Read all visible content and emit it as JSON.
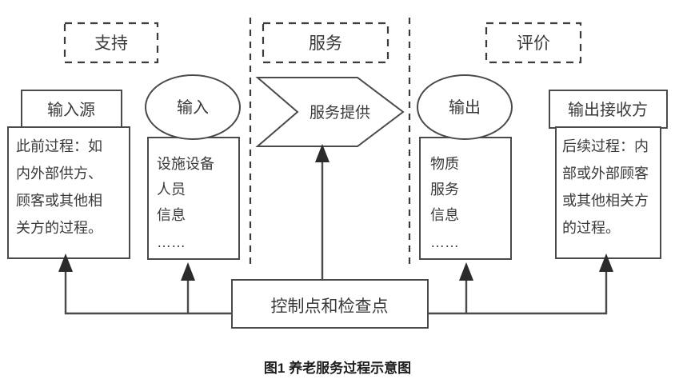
{
  "figure": {
    "caption": "图1  养老服务过程示意图",
    "colors": {
      "stroke": "#4a4a4a",
      "text": "#3a3a3a",
      "arrow": "#2b2b2b",
      "background": "#ffffff"
    }
  },
  "bands": [
    {
      "id": "support",
      "label": "支持"
    },
    {
      "id": "service",
      "label": "服务"
    },
    {
      "id": "evaluation",
      "label": "评价"
    }
  ],
  "nodes": {
    "input_source": {
      "header": "输入源",
      "lines": [
        "此前过程：如",
        "内外部供方、",
        "顾客或其他相",
        "关方的过程。"
      ]
    },
    "input": {
      "header": "输入",
      "lines": [
        "设施设备",
        "人员",
        "信息",
        "……"
      ]
    },
    "service_provision": {
      "label": "服务提供"
    },
    "output": {
      "header": "输出",
      "lines": [
        "物质",
        "服务",
        "信息",
        "……"
      ]
    },
    "output_receiver": {
      "header": "输出接收方",
      "lines": [
        "后续过程：内",
        "部或外部顾客",
        "或其他相关方",
        "的过程。"
      ]
    },
    "control": {
      "label": "控制点和检查点"
    }
  },
  "connections": [
    {
      "from": "control",
      "to": "input_source"
    },
    {
      "from": "control",
      "to": "input"
    },
    {
      "from": "control",
      "to": "service_provision"
    },
    {
      "from": "control",
      "to": "output"
    },
    {
      "from": "control",
      "to": "output_receiver"
    }
  ]
}
